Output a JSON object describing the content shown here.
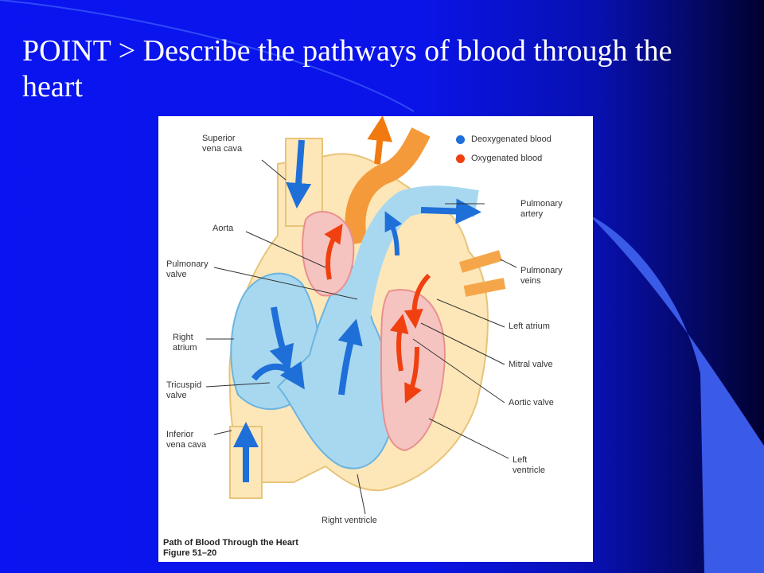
{
  "slide": {
    "title": "POINT > Describe the pathways of blood through the heart",
    "colors": {
      "background": "#0a14f0",
      "dark_band": "#000050",
      "accent_curve": "#3a5ae8",
      "deoxygenated": "#1e6fd8",
      "oxygenated": "#f04010"
    }
  },
  "figure": {
    "legend": [
      {
        "label": "Deoxygenated blood",
        "color": "#1e6fd8"
      },
      {
        "label": "Oxygenated blood",
        "color": "#f04010"
      }
    ],
    "labels": {
      "superior_vena_cava": "Superior\nvena cava",
      "aorta": "Aorta",
      "pulmonary_valve": "Pulmonary\nvalve",
      "right_atrium": "Right\natrium",
      "tricuspid_valve": "Tricuspid\nvalve",
      "inferior_vena_cava": "Inferior\nvena cava",
      "right_ventricle": "Right ventricle",
      "pulmonary_artery": "Pulmonary\nartery",
      "pulmonary_veins": "Pulmonary\nveins",
      "left_atrium": "Left atrium",
      "mitral_valve": "Mitral valve",
      "aortic_valve": "Aortic valve",
      "left_ventricle": "Left\nventricle"
    },
    "caption": "Path of Blood Through the Heart",
    "figure_number": "Figure 51–20"
  }
}
